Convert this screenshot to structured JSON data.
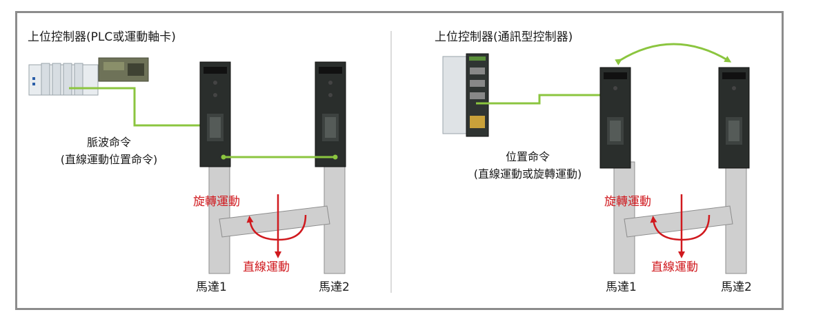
{
  "colors": {
    "frame": "#8c8c8c",
    "signal_line": "#8bc53f",
    "motion_arrow": "#d0191e",
    "drive_body": "#2a2e2c",
    "beam": "#cfcfcf"
  },
  "left_panel": {
    "title": "上位控制器(PLC或運動軸卡)",
    "command_line1": "脈波命令",
    "command_line2": "(直線運動位置命令)",
    "rotation_label": "旋轉運動",
    "linear_label": "直線運動",
    "motor1_label": "馬達1",
    "motor2_label": "馬達2"
  },
  "right_panel": {
    "title": "上位控制器(通訊型控制器)",
    "command_line1": "位置命令",
    "command_line2": "(直線運動或旋轉運動)",
    "rotation_label": "旋轉運動",
    "linear_label": "直線運動",
    "motor1_label": "馬達1",
    "motor2_label": "馬達2"
  }
}
